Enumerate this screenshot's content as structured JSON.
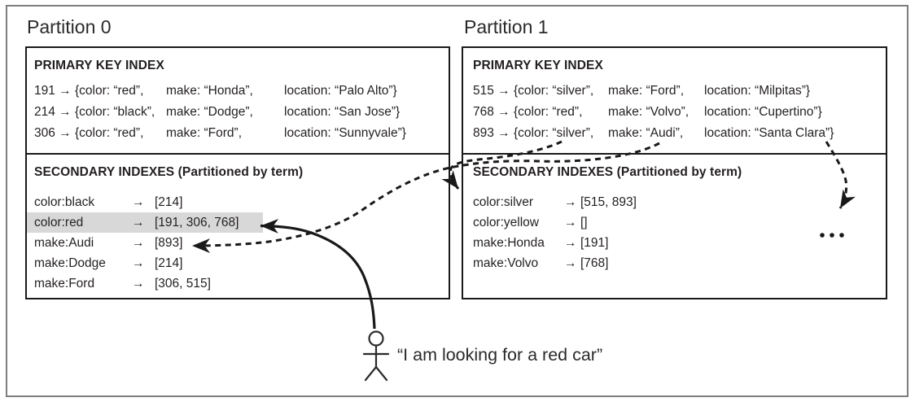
{
  "diagram": {
    "partitions": [
      {
        "title": "Partition 0",
        "primary": {
          "header": "PRIMARY KEY INDEX",
          "rows": [
            {
              "key": "191 → {color: “red”,",
              "make": "make: “Honda”,",
              "location": "location: “Palo Alto”}"
            },
            {
              "key": "214 → {color: “black”,",
              "make": "make: “Dodge”,",
              "location": "location: “San Jose”}"
            },
            {
              "key": "306 → {color: “red”,",
              "make": "make: “Ford”,",
              "location": "location: “Sunnyvale”}"
            }
          ]
        },
        "secondary": {
          "header": "SECONDARY INDEXES (Partitioned by term)",
          "highlighted_term": "color:red",
          "rows": [
            {
              "term": "color:black",
              "arrow": "→",
              "value": "[214]"
            },
            {
              "term": "color:red",
              "arrow": "→",
              "value": "[191, 306, 768]"
            },
            {
              "term": "make:Audi",
              "arrow": "→",
              "value": "[893]"
            },
            {
              "term": "make:Dodge",
              "arrow": "→",
              "value": "[214]"
            },
            {
              "term": "make:Ford",
              "arrow": "→",
              "value": "[306, 515]"
            }
          ]
        }
      },
      {
        "title": "Partition 1",
        "primary": {
          "header": "PRIMARY KEY INDEX",
          "rows": [
            {
              "key": "515 → {color: “silver”,",
              "make": "make: “Ford”,",
              "location": "location: “Milpitas”}"
            },
            {
              "key": "768 → {color: “red”,",
              "make": "make: “Volvo”,",
              "location": "location: “Cupertino”}"
            },
            {
              "key": "893 → {color: “silver”,",
              "make": "make: “Audi”,",
              "location": "location: “Santa Clara”}"
            }
          ]
        },
        "secondary": {
          "header": "SECONDARY INDEXES (Partitioned by term)",
          "rows": [
            {
              "term": "color:silver",
              "arrow": "→",
              "value": "[515, 893]"
            },
            {
              "term": "color:yellow",
              "arrow": "→",
              "value": "[]"
            },
            {
              "term": "make:Honda",
              "arrow": "→",
              "value": "[191]"
            },
            {
              "term": "make:Volvo",
              "arrow": "→",
              "value": "[768]"
            }
          ]
        }
      }
    ],
    "user_quote": "“I am looking for a red car”",
    "ellipsis_label": "…"
  }
}
